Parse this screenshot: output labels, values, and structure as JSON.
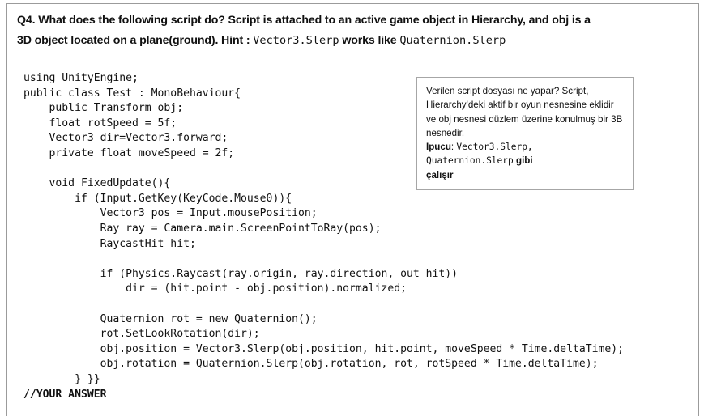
{
  "document": {
    "question": {
      "number_label": "Q4.",
      "line1_main": "Q4. What does the following script do? Script is attached to an active game object in Hierarchy, and obj is a",
      "line2_prefix": "3D object located on a plane(ground). Hint :",
      "hint_code_1": "Vector3.Slerp",
      "hint_middle": "works like",
      "hint_code_2": "Quaternion.Slerp"
    },
    "code": {
      "language": "C#",
      "lines": [
        "using UnityEngine;",
        "public class Test : MonoBehaviour{",
        "    public Transform obj;",
        "    float rotSpeed = 5f;",
        "    Vector3 dir=Vector3.forward;",
        "    private float moveSpeed = 2f;",
        "",
        "    void FixedUpdate(){",
        "        if (Input.GetKey(KeyCode.Mouse0)){",
        "            Vector3 pos = Input.mousePosition;",
        "            Ray ray = Camera.main.ScreenPointToRay(pos);",
        "            RaycastHit hit;",
        "",
        "            if (Physics.Raycast(ray.origin, ray.direction, out hit))",
        "                dir = (hit.point - obj.position).normalized;",
        "",
        "            Quaternion rot = new Quaternion();",
        "            rot.SetLookRotation(dir);",
        "            obj.position = Vector3.Slerp(obj.position, hit.point, moveSpeed * Time.deltaTime);",
        "            obj.rotation = Quaternion.Slerp(obj.rotation, rot, rotSpeed * Time.deltaTime);",
        "        } }}"
      ],
      "answer_placeholder": "//YOUR ANSWER"
    },
    "translation_box": {
      "paragraph": "Verilen script dosyası ne yapar? Script, Hierarchy'deki aktif bir oyun nesnesine eklidir ve obj nesnesi düzlem üzerine konulmuş bir 3B nesnedir.",
      "hint_label": "Ipucu",
      "hint_separator": ": ",
      "hint_code_1": "Vector3.Slerp, ",
      "hint_code_2": "Quaternion.Slerp",
      "hint_suffix_1": " gibi",
      "hint_suffix_2": "çalışır"
    },
    "colors": {
      "page_border": "#9b9b9b",
      "box_border": "#a6a6a6",
      "text": "#111111",
      "background": "#ffffff"
    }
  }
}
